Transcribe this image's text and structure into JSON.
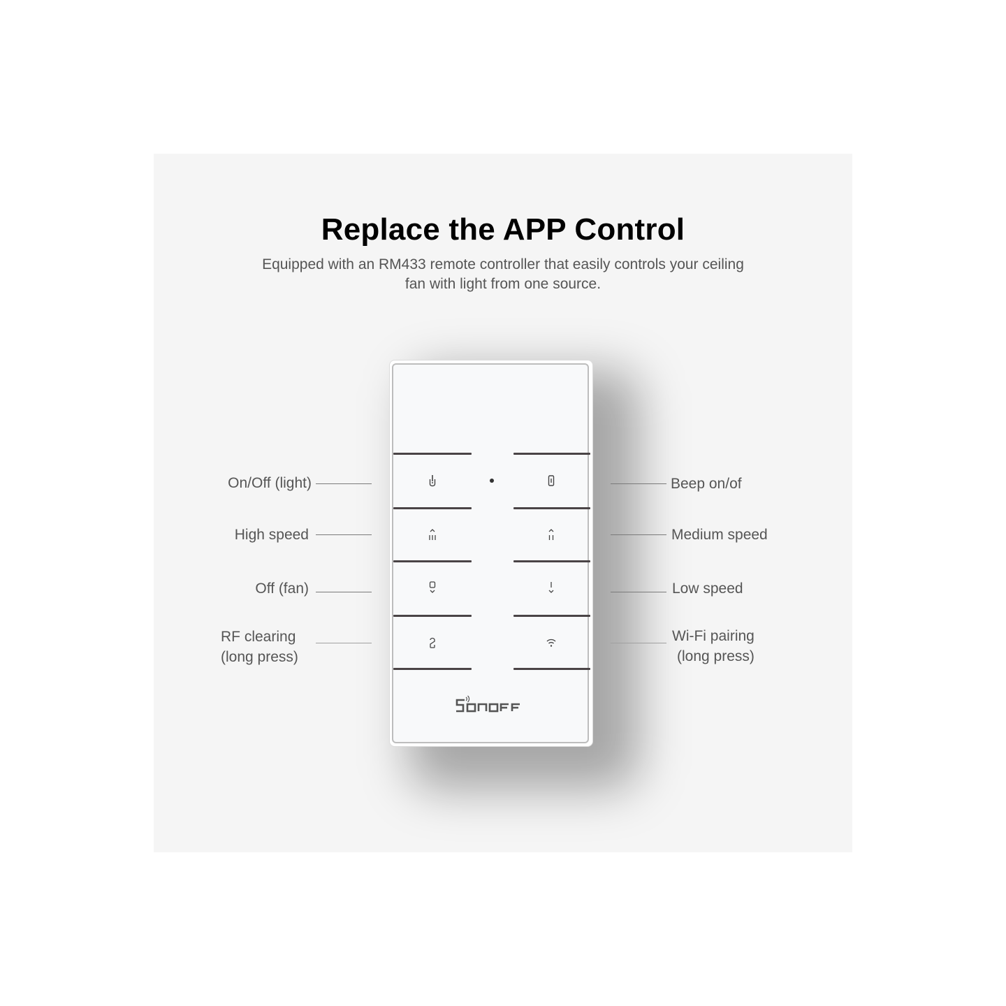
{
  "header": {
    "title": "Replace the APP Control",
    "subtitle_line1": "Equipped with an RM433 remote controller that easily controls your ceiling",
    "subtitle_line2": "fan with light from one source."
  },
  "remote": {
    "model": "RM433",
    "brand": "SONOFF",
    "buttons": [
      {
        "id": "light-toggle",
        "icon": "light-power-icon",
        "label": "On/Off (light)",
        "side": "left"
      },
      {
        "id": "beep-toggle",
        "icon": "beep-icon",
        "label": "Beep on/of",
        "side": "right"
      },
      {
        "id": "high-speed",
        "icon": "speed-high-icon",
        "label": "High speed",
        "side": "left"
      },
      {
        "id": "medium-speed",
        "icon": "speed-medium-icon",
        "label": "Medium speed",
        "side": "right"
      },
      {
        "id": "fan-off",
        "icon": "fan-off-icon",
        "label": "Off (fan)",
        "side": "left"
      },
      {
        "id": "low-speed",
        "icon": "speed-low-icon",
        "label": "Low speed",
        "side": "right"
      },
      {
        "id": "rf-clearing",
        "icon": "rf-clear-icon",
        "label": "RF clearing",
        "label_line2": "(long press)",
        "side": "left"
      },
      {
        "id": "wifi-pairing",
        "icon": "wifi-icon",
        "label": "Wi-Fi pairing",
        "label_line2": "(long press)",
        "side": "right"
      }
    ]
  },
  "colors": {
    "panel_bg": "#f5f5f5",
    "title": "#000000",
    "body_text": "#555555",
    "key_divider": "#4a4446"
  }
}
